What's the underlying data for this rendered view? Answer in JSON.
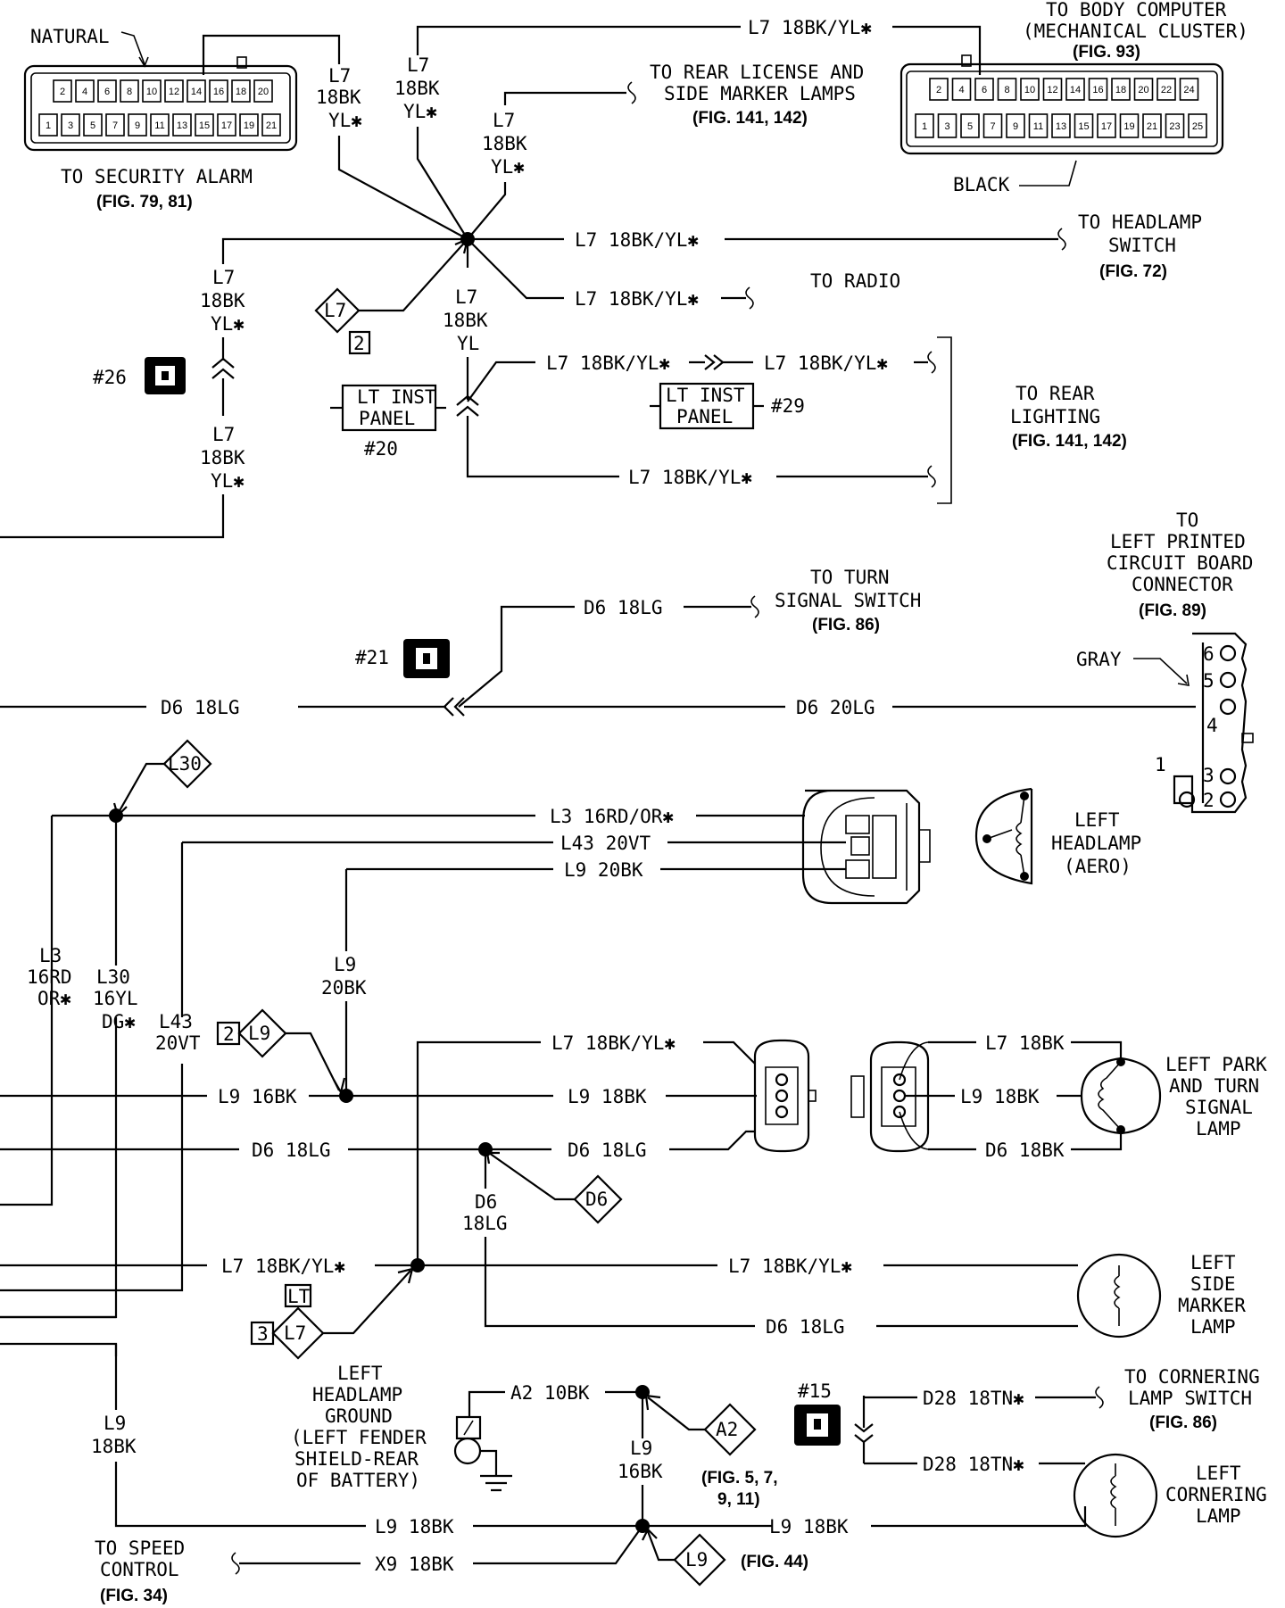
{
  "security_alarm": {
    "color_label": "NATURAL",
    "title": "TO SECURITY ALARM",
    "ref": "(FIG. 79, 81)",
    "top_pins": [
      "2",
      "4",
      "6",
      "8",
      "10",
      "12",
      "14",
      "16",
      "18",
      "20"
    ],
    "bottom_pins": [
      "1",
      "3",
      "5",
      "7",
      "9",
      "11",
      "13",
      "15",
      "17",
      "19",
      "21"
    ]
  },
  "body_computer": {
    "title_line1": "TO BODY COMPUTER",
    "title_line2": "(MECHANICAL CLUSTER)",
    "ref": "(FIG. 93)",
    "color_label": "BLACK",
    "top_pins": [
      "2",
      "4",
      "6",
      "8",
      "10",
      "12",
      "14",
      "16",
      "18",
      "20",
      "22",
      "24"
    ],
    "bottom_pins": [
      "1",
      "3",
      "5",
      "7",
      "9",
      "11",
      "13",
      "15",
      "17",
      "19",
      "21",
      "23",
      "25"
    ]
  },
  "rear_license": {
    "line1": "TO REAR LICENSE AND",
    "line2": "SIDE MARKER LAMPS",
    "ref": "(FIG. 141, 142)"
  },
  "headlamp_switch": {
    "line1": "TO HEADLAMP",
    "line2": "SWITCH",
    "ref": "(FIG. 72)"
  },
  "radio": {
    "label": "TO RADIO"
  },
  "rear_lighting": {
    "line1": "TO REAR",
    "line2": "LIGHTING",
    "ref": "(FIG. 141, 142)"
  },
  "wires": {
    "l7": "L7",
    "l7_18bk": "18BK",
    "l7_yl_star": "YL✱",
    "l7_yl": "YL",
    "l7_full": "L7 18BK/YL✱",
    "d6_18lg": "D6 18LG",
    "d6_20lg": "D6 20LG",
    "d6": "D6",
    "d6_18lg_short": "18LG",
    "l3_wire": "L3 16RD/OR✱",
    "l43_wire": "L43 20VT",
    "l9_20bk": "L9 20BK",
    "l9": "L9",
    "l9_20bk_short": "20BK",
    "l3": "L3",
    "l3_16rd": "16RD",
    "l3_or": "OR✱",
    "l30": "L30",
    "l30_16yl": "16YL",
    "l30_dg": "DG✱",
    "l43": "L43",
    "l43_20vt": "20VT",
    "l9_16bk": "L9 16BK",
    "l9_18bk": "L9 18BK",
    "l7_18bk_lbl": "L7 18BK",
    "d6_18bk": "D6 18BK",
    "l9_18bk_short": "18BK",
    "l9_16bk_short": "16BK",
    "a2_10bk": "A2 10BK",
    "x9_18bk": "X9 18BK",
    "d28": "D28 18TN✱"
  },
  "splices": {
    "s26": "#26",
    "s21": "#21",
    "s15": "#15",
    "s20": "#20",
    "s29": "#29"
  },
  "lt_inst_panel": {
    "line1": "LT INST",
    "line2": "PANEL"
  },
  "diamonds": {
    "l7": "L7",
    "l9": "L9",
    "l30": "L30",
    "d6": "D6",
    "a2": "A2",
    "lt": "LT",
    "n2": "2",
    "n3": "3"
  },
  "turn_signal": {
    "line1": "TO TURN",
    "line2": "SIGNAL SWITCH",
    "ref": "(FIG. 86)"
  },
  "left_pcb": {
    "line1": "TO",
    "line2": "LEFT PRINTED",
    "line3": "CIRCUIT BOARD",
    "line4": "CONNECTOR",
    "ref": "(FIG. 89)",
    "color_label": "GRAY",
    "pins": [
      "6",
      "5",
      "4",
      "3",
      "2",
      "1"
    ]
  },
  "left_headlamp": {
    "line1": "LEFT",
    "line2": "HEADLAMP",
    "line3": "(AERO)"
  },
  "left_park": {
    "line1": "LEFT PARK",
    "line2": "AND TURN",
    "line3": "SIGNAL",
    "line4": "LAMP"
  },
  "left_side_marker": {
    "line1": "LEFT",
    "line2": "SIDE",
    "line3": "MARKER",
    "line4": "LAMP"
  },
  "left_cornering": {
    "line1": "LEFT",
    "line2": "CORNERING",
    "line3": "LAMP"
  },
  "cornering_switch": {
    "line1": "TO CORNERING",
    "line2": "LAMP SWITCH",
    "ref": "(FIG. 86)"
  },
  "ground": {
    "line1": "LEFT",
    "line2": "HEADLAMP",
    "line3": "GROUND",
    "line4": "(LEFT FENDER",
    "line5": "SHIELD-REAR",
    "line6": "OF BATTERY)",
    "ref1": "(FIG. 5, 7,",
    "ref2": "9, 11)",
    "ref3": "(FIG. 44)"
  },
  "speed_control": {
    "line1": "TO SPEED",
    "line2": "CONTROL",
    "ref": "(FIG. 34)"
  }
}
